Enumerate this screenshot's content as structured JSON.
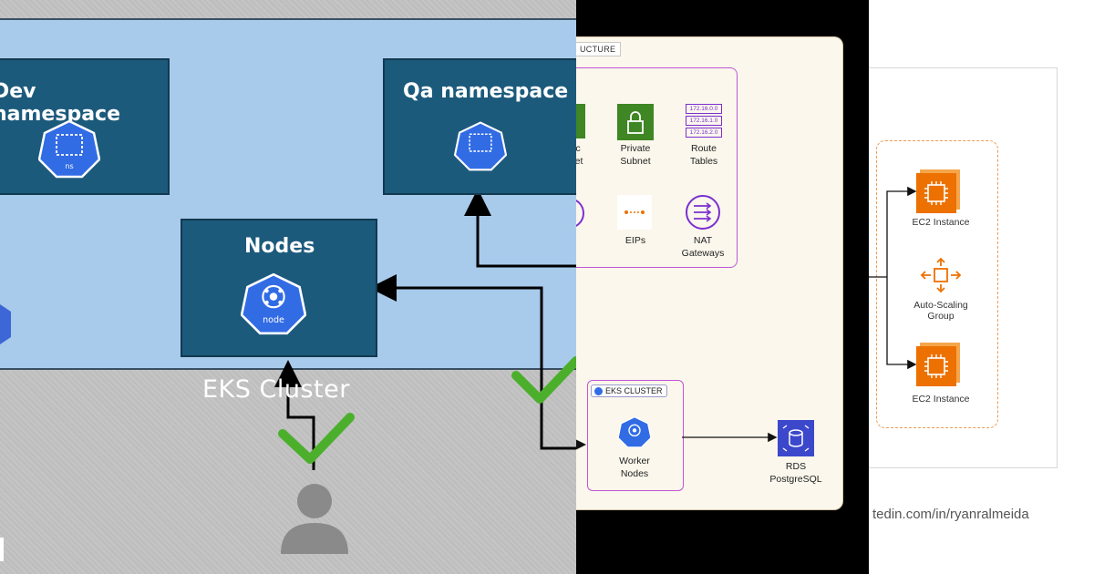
{
  "panel1": {
    "dev_namespace": "Dev namespace",
    "qa_namespace": "Qa namespace",
    "nodes": "Nodes",
    "node_icon_text": "node",
    "ns_icon_text": "ns",
    "eks_cluster": "EKS Cluster"
  },
  "panel2": {
    "infra_tag": "UCTURE",
    "public_subnet_partial_1": "c",
    "public_subnet_partial_2": "et",
    "private_subnet_1": "Private",
    "private_subnet_2": "Subnet",
    "route_tables_1": "Route",
    "route_tables_2": "Tables",
    "route_ip_1": "172.16.0.0",
    "route_ip_2": "172.16.1.0",
    "route_ip_3": "172.16.2.0",
    "eips": "EIPs",
    "nat_1": "NAT",
    "nat_2": "Gateways",
    "eks_cluster_tag": "EKS CLUSTER",
    "worker_1": "Worker",
    "worker_2": "Nodes",
    "rds_1": "RDS",
    "rds_2": "PostgreSQL"
  },
  "panel3": {
    "ec2_top": "EC2 Instance",
    "asg_1": "Auto-Scaling",
    "asg_2": "Group",
    "ec2_bottom": "EC2 Instance",
    "link": "tedin.com/in/ryanralmeida"
  },
  "colors": {
    "cluster_bg": "#a8cbec",
    "namespace_box": "#1c5a7c",
    "k8s_blue": "#326ce5",
    "check_green": "#4caf2c",
    "aws_green": "#3f8624",
    "aws_purple": "#7b2fd0",
    "aws_orange": "#ed7100",
    "rds_blue": "#3b48cc"
  }
}
